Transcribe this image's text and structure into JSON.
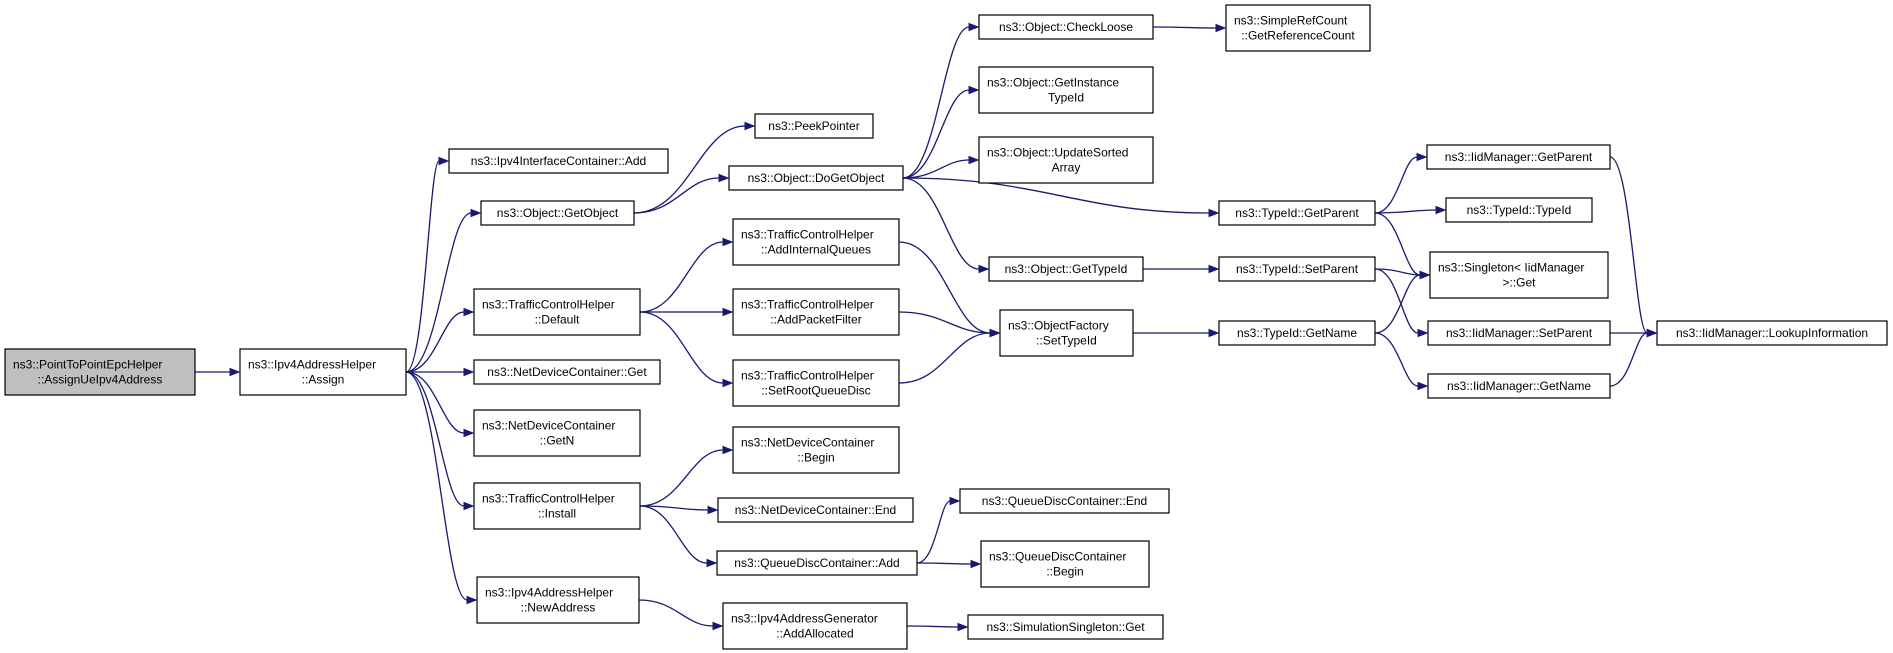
{
  "diagram": {
    "colors": {
      "edge": "#191970",
      "node_fill": "#ffffff",
      "root_fill": "#bfbfbf",
      "border": "#000000"
    },
    "nodes": [
      {
        "id": "root",
        "lines": [
          "ns3::PointToPointEpcHelper",
          "::AssignUeIpv4Address"
        ],
        "root": true
      },
      {
        "id": "assign",
        "lines": [
          "ns3::Ipv4AddressHelper",
          "::Assign"
        ]
      },
      {
        "id": "ificAdd",
        "lines": [
          "ns3::Ipv4InterfaceContainer::Add"
        ]
      },
      {
        "id": "getObject",
        "lines": [
          "ns3::Object::GetObject"
        ]
      },
      {
        "id": "tchDefault",
        "lines": [
          "ns3::TrafficControlHelper",
          "::Default"
        ]
      },
      {
        "id": "ndcGet",
        "lines": [
          "ns3::NetDeviceContainer::Get"
        ]
      },
      {
        "id": "ndcGetN",
        "lines": [
          "ns3::NetDeviceContainer",
          "::GetN"
        ]
      },
      {
        "id": "tchInstall",
        "lines": [
          "ns3::TrafficControlHelper",
          "::Install"
        ]
      },
      {
        "id": "newAddress",
        "lines": [
          "ns3::Ipv4AddressHelper",
          "::NewAddress"
        ]
      },
      {
        "id": "peekPointer",
        "lines": [
          "ns3::PeekPointer"
        ]
      },
      {
        "id": "doGetObject",
        "lines": [
          "ns3::Object::DoGetObject"
        ]
      },
      {
        "id": "addInternalQueues",
        "lines": [
          "ns3::TrafficControlHelper",
          "::AddInternalQueues"
        ]
      },
      {
        "id": "addPacketFilter",
        "lines": [
          "ns3::TrafficControlHelper",
          "::AddPacketFilter"
        ]
      },
      {
        "id": "setRootQueueDisc",
        "lines": [
          "ns3::TrafficControlHelper",
          "::SetRootQueueDisc"
        ]
      },
      {
        "id": "ndcBegin",
        "lines": [
          "ns3::NetDeviceContainer",
          "::Begin"
        ]
      },
      {
        "id": "ndcEnd",
        "lines": [
          "ns3::NetDeviceContainer::End"
        ]
      },
      {
        "id": "qdcAdd",
        "lines": [
          "ns3::QueueDiscContainer::Add"
        ]
      },
      {
        "id": "addAllocated",
        "lines": [
          "ns3::Ipv4AddressGenerator",
          "::AddAllocated"
        ]
      },
      {
        "id": "checkLoose",
        "lines": [
          "ns3::Object::CheckLoose"
        ]
      },
      {
        "id": "getInstanceTypeId",
        "lines": [
          "ns3::Object::GetInstance",
          "TypeId"
        ]
      },
      {
        "id": "updateSortedArray",
        "lines": [
          "ns3::Object::UpdateSorted",
          "Array"
        ]
      },
      {
        "id": "getTypeId",
        "lines": [
          "ns3::Object::GetTypeId"
        ]
      },
      {
        "id": "ofSetTypeId",
        "lines": [
          "ns3::ObjectFactory",
          "::SetTypeId"
        ]
      },
      {
        "id": "qdcEnd",
        "lines": [
          "ns3::QueueDiscContainer::End"
        ]
      },
      {
        "id": "qdcBegin",
        "lines": [
          "ns3::QueueDiscContainer",
          "::Begin"
        ]
      },
      {
        "id": "simSingletonGet",
        "lines": [
          "ns3::SimulationSingleton::Get"
        ]
      },
      {
        "id": "getRefCount",
        "lines": [
          "ns3::SimpleRefCount",
          "::GetReferenceCount"
        ]
      },
      {
        "id": "tidGetParent",
        "lines": [
          "ns3::TypeId::GetParent"
        ]
      },
      {
        "id": "tidSetParent",
        "lines": [
          "ns3::TypeId::SetParent"
        ]
      },
      {
        "id": "tidGetName",
        "lines": [
          "ns3::TypeId::GetName"
        ]
      },
      {
        "id": "iidGetParent",
        "lines": [
          "ns3::IidManager::GetParent"
        ]
      },
      {
        "id": "tidTypeId",
        "lines": [
          "ns3::TypeId::TypeId"
        ]
      },
      {
        "id": "singletonGet",
        "lines": [
          "ns3::Singleton< IidManager",
          ">::Get"
        ]
      },
      {
        "id": "iidSetParent",
        "lines": [
          "ns3::IidManager::SetParent"
        ]
      },
      {
        "id": "iidGetName",
        "lines": [
          "ns3::IidManager::GetName"
        ]
      },
      {
        "id": "lookupInfo",
        "lines": [
          "ns3::IidManager::LookupInformation"
        ]
      }
    ],
    "edges": [
      [
        "root",
        "assign"
      ],
      [
        "assign",
        "ificAdd"
      ],
      [
        "assign",
        "getObject"
      ],
      [
        "assign",
        "tchDefault"
      ],
      [
        "assign",
        "ndcGet"
      ],
      [
        "assign",
        "ndcGetN"
      ],
      [
        "assign",
        "tchInstall"
      ],
      [
        "assign",
        "newAddress"
      ],
      [
        "getObject",
        "peekPointer"
      ],
      [
        "getObject",
        "doGetObject"
      ],
      [
        "doGetObject",
        "checkLoose"
      ],
      [
        "doGetObject",
        "getInstanceTypeId"
      ],
      [
        "doGetObject",
        "updateSortedArray"
      ],
      [
        "doGetObject",
        "tidGetParent"
      ],
      [
        "doGetObject",
        "getTypeId"
      ],
      [
        "checkLoose",
        "getRefCount"
      ],
      [
        "tchDefault",
        "addInternalQueues"
      ],
      [
        "tchDefault",
        "addPacketFilter"
      ],
      [
        "tchDefault",
        "setRootQueueDisc"
      ],
      [
        "addInternalQueues",
        "ofSetTypeId"
      ],
      [
        "addPacketFilter",
        "ofSetTypeId"
      ],
      [
        "setRootQueueDisc",
        "ofSetTypeId"
      ],
      [
        "getTypeId",
        "tidSetParent"
      ],
      [
        "ofSetTypeId",
        "tidGetName"
      ],
      [
        "tidGetParent",
        "iidGetParent"
      ],
      [
        "tidGetParent",
        "tidTypeId"
      ],
      [
        "tidGetParent",
        "singletonGet"
      ],
      [
        "tidSetParent",
        "singletonGet"
      ],
      [
        "tidSetParent",
        "iidSetParent"
      ],
      [
        "tidGetName",
        "singletonGet"
      ],
      [
        "tidGetName",
        "iidGetName"
      ],
      [
        "iidGetParent",
        "lookupInfo"
      ],
      [
        "iidSetParent",
        "lookupInfo"
      ],
      [
        "iidGetName",
        "lookupInfo"
      ],
      [
        "tchInstall",
        "ndcBegin"
      ],
      [
        "tchInstall",
        "ndcEnd"
      ],
      [
        "tchInstall",
        "qdcAdd"
      ],
      [
        "qdcAdd",
        "qdcEnd"
      ],
      [
        "qdcAdd",
        "qdcBegin"
      ],
      [
        "newAddress",
        "addAllocated"
      ],
      [
        "addAllocated",
        "simSingletonGet"
      ]
    ]
  }
}
